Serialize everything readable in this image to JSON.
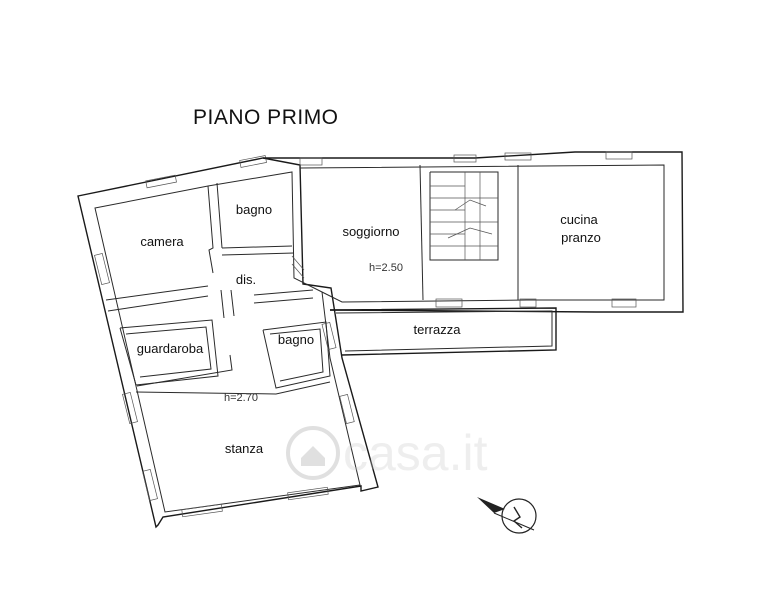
{
  "title": "PIANO PRIMO",
  "rooms": {
    "camera": "camera",
    "bagno_top": "bagno",
    "dis": "dis.",
    "guardaroba": "guardaroba",
    "bagno_mid": "bagno",
    "stanza": "stanza",
    "soggiorno": "soggiorno",
    "cucina_line1": "cucina",
    "cucina_line2": "pranzo",
    "terrazza": "terrazza"
  },
  "heights": {
    "left_wing": "h=2.70",
    "right_wing": "h=2.50"
  },
  "watermark": "casa.it",
  "compass_icon": "north-arrow-icon"
}
